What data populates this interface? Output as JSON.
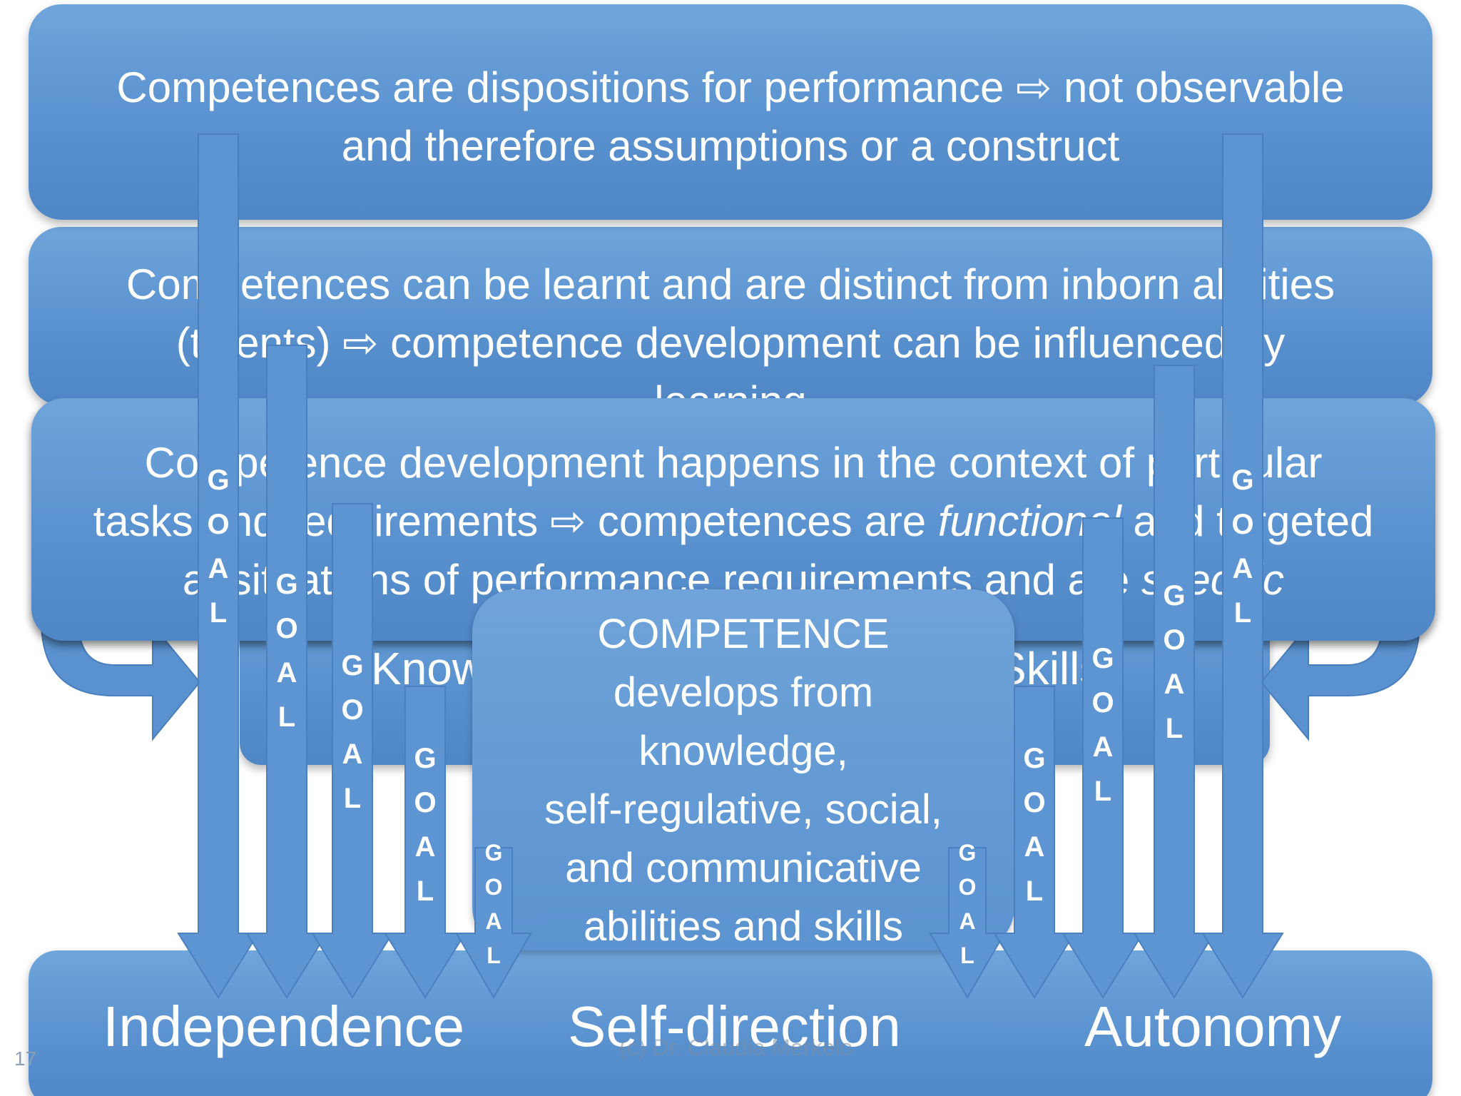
{
  "panels": {
    "top": {
      "line1": "Competences are dispositions for performance ⇨ not observable",
      "line2": "and therefore assumptions or a construct"
    },
    "second": {
      "line1": "Competences can be learnt and are distinct from inborn abilities",
      "line2": "(talents) ⇨ competence development  can be influenced by",
      "line3": "learning"
    },
    "third": {
      "line1": "Competence development  happens in the context of particular",
      "line2_a": "tasks and requirements ⇨ competences are ",
      "line2_em": "functional",
      "line2_b": " and targeted",
      "line3_a": "at  situations of performance requirements and are ",
      "line3_em": "specific"
    }
  },
  "middle": {
    "left_word": "Knowledge",
    "right_word": "Skills"
  },
  "center": {
    "title": "COMPETENCE",
    "l1": "develops from",
    "l2": "knowledge,",
    "l3": "self-regulative, social,",
    "l4": "and communicative",
    "l5": "abilities and skills"
  },
  "arrow_label": "GOAL",
  "bottom": {
    "left": "Independence",
    "center": "Self-direction",
    "right": "Autonomy"
  },
  "footer": "(c) Dr. Claudia Merkelo",
  "slide_number": "17",
  "colors": {
    "panel": "#5b93d0",
    "arrow": "#5d94d2",
    "text": "#ffffff"
  }
}
